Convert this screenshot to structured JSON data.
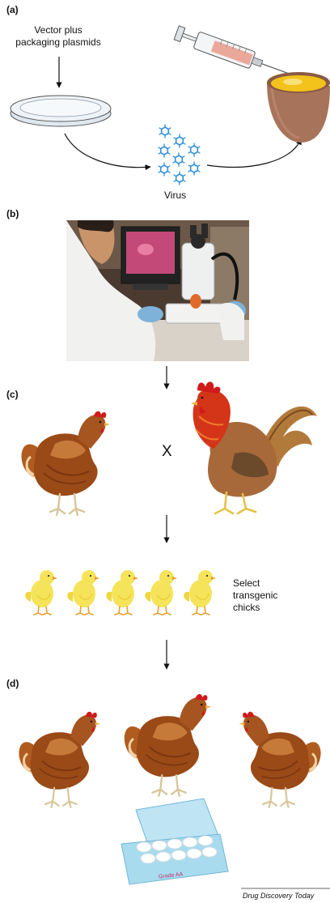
{
  "panels": {
    "a": {
      "letter": "(a)",
      "plasmids_line1": "Vector plus",
      "plasmids_line2": "packaging plasmids",
      "virus_label": "Virus"
    },
    "b": {
      "letter": "(b)"
    },
    "c": {
      "letter": "(c)",
      "cross_symbol": "X",
      "select_line1": "Select",
      "select_line2": "transgenic",
      "select_line3": "chicks"
    },
    "d": {
      "letter": "(d)",
      "carton_label": "Grade AA"
    }
  },
  "footer": {
    "source": "Drug Discovery Today"
  },
  "colors": {
    "hen_body": "#9a4a16",
    "hen_light": "#c67a3a",
    "rooster_red": "#d43518",
    "comb_red": "#d11a1a",
    "chick_yellow": "#f5e35a",
    "virus_blue": "#2f8fd8",
    "carton_blue": "#a9dbef",
    "egg_shell": "#a8735b",
    "yolk": "#f3c21b",
    "syringe_liquid": "#e89a8a"
  },
  "icons": [
    "petri-dish-icon",
    "virus-icon",
    "syringe-icon",
    "egg-icon",
    "microscope-photo",
    "hen-icon",
    "rooster-icon",
    "chick-icon",
    "egg-carton-icon"
  ]
}
